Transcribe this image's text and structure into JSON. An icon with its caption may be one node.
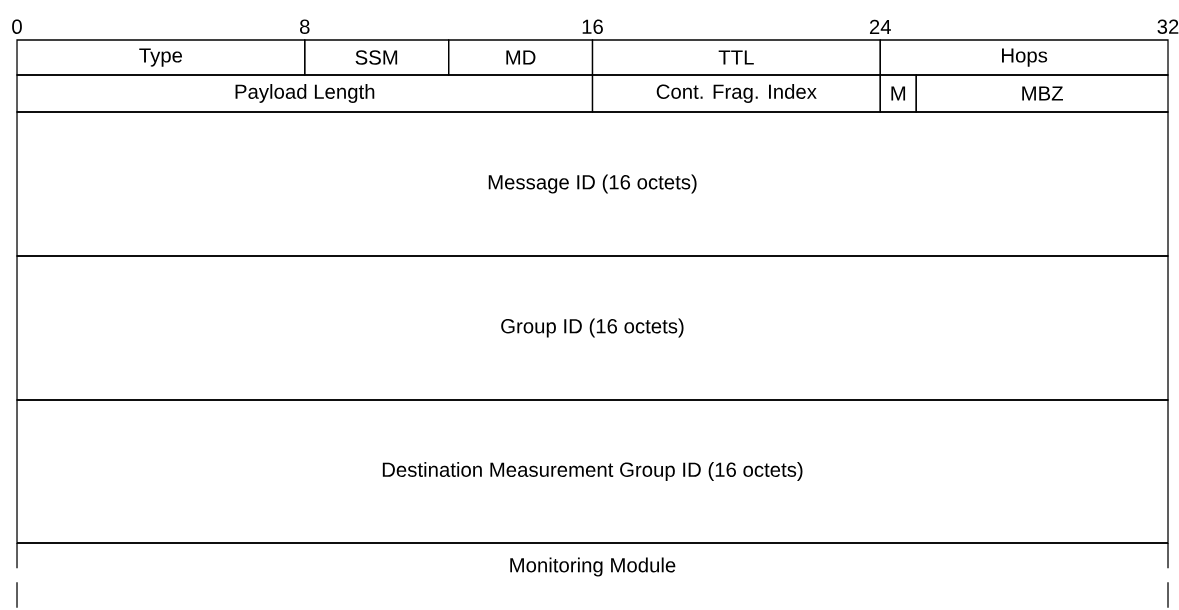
{
  "diagram": {
    "nodes": [
      {
        "text": [
          "Type"
        ]
      },
      {
        "text": [
          "SSM"
        ]
      },
      {
        "text": [
          "MD"
        ]
      },
      {
        "text": [
          "TTL"
        ]
      },
      {
        "text": [
          "Hops"
        ]
      },
      {
        "text": [
          "Payload Length"
        ]
      },
      {
        "text": [
          "Cont. Frag. Index"
        ]
      },
      {
        "text": [
          "M"
        ]
      },
      {
        "text": [
          "MBZ"
        ]
      },
      {
        "text": [
          "Message ID (16 octets)"
        ]
      },
      {
        "text": [
          "Group ID (16 octets)"
        ]
      },
      {
        "text": [
          "Destination Measurement Group ID (16 octets)"
        ]
      },
      {
        "text": [
          "Monitoring Module"
        ]
      }
    ],
    "labels": [
      "0",
      "8",
      "16",
      "24",
      "32"
    ]
  }
}
